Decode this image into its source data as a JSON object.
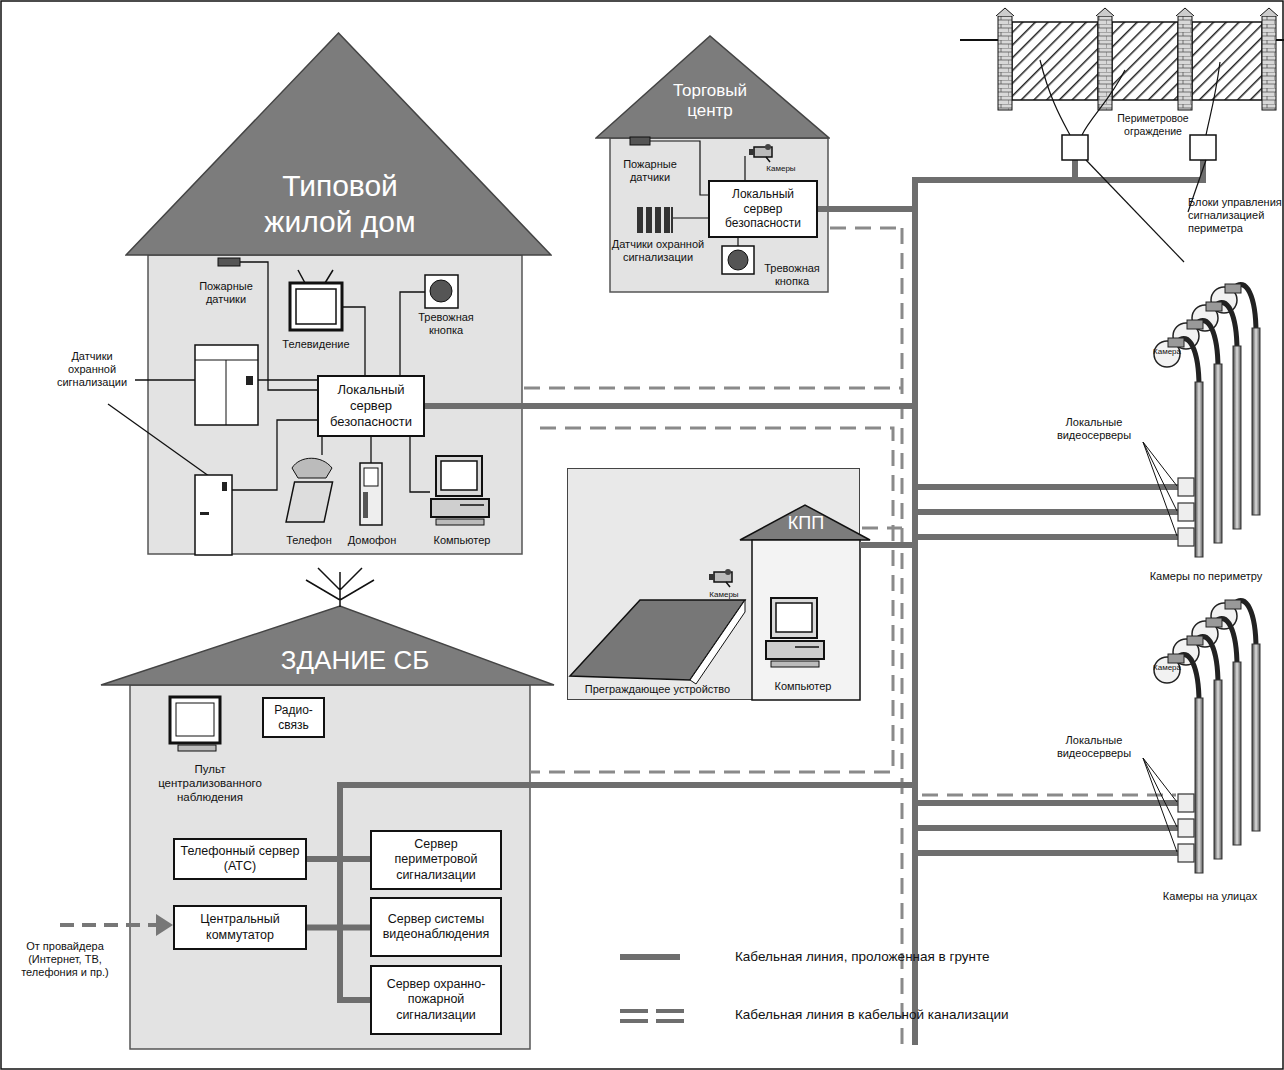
{
  "diagram": {
    "nodes": [
      {
        "text": [
          "Торговый центр"
        ]
      },
      {
        "text": [
          "Локальный сервер безопасности"
        ],
        "in": 0
      },
      {
        "text": [
          "Типовой жилой дом"
        ]
      },
      {
        "text": [
          "Локальный сервер безопасности"
        ],
        "in": 2
      },
      {
        "text": [
          "КПП"
        ]
      },
      {
        "text": [
          "ЗДАНИЕ СБ"
        ]
      },
      {
        "text": [
          "Радио- связь"
        ],
        "in": 5
      },
      {
        "text": [
          "Телефонный сервер (АТС)"
        ],
        "in": 5
      },
      {
        "text": [
          "Центральный коммутатор"
        ],
        "in": 5
      },
      {
        "text": [
          "Сервер периметровой сигнализации"
        ],
        "in": 5
      },
      {
        "text": [
          "Сервер системы видеонаблюдения"
        ],
        "in": 5
      },
      {
        "text": [
          "Сервер охранно-пожарной сигнализации"
        ],
        "in": 5
      }
    ],
    "edges": [
      {
        "from": 1,
        "to": 5,
        "arrow": "none"
      },
      {
        "from": 3,
        "to": 5,
        "arrow": "none"
      },
      {
        "from": 4,
        "to": 5,
        "arrow": "none"
      },
      {
        "from": 7,
        "to": 9,
        "arrow": "none"
      },
      {
        "from": 8,
        "to": 10,
        "arrow": "none"
      }
    ],
    "labels": [
      "Пожарные датчики",
      "Камеры",
      "Датчики охранной сигнализации",
      "Тревожная кнопка",
      "Периметровое ограждение",
      "Блоки управления сигнализацией периметра",
      "Пожарные датчики",
      "Телевидение",
      "Тревожная кнопка",
      "Датчики охранной сигнализации",
      "Телефон",
      "Домофон",
      "Компьютер",
      "Камера",
      "Локальные видеосерверы",
      "Камеры по периметру",
      "Камеры",
      "Преграждающее устройство",
      "Компьютер",
      "Камера",
      "Локальные видеосерверы",
      "Камеры на улицах",
      "Пульт централизованного наблюдения",
      "От провайдера (Интернет, ТВ, телефония и пр.)"
    ],
    "legend": [
      {
        "text": "Кабельная линия, проложенная в грунте"
      },
      {
        "text": "Кабельная линия в кабельной канализации"
      }
    ]
  }
}
